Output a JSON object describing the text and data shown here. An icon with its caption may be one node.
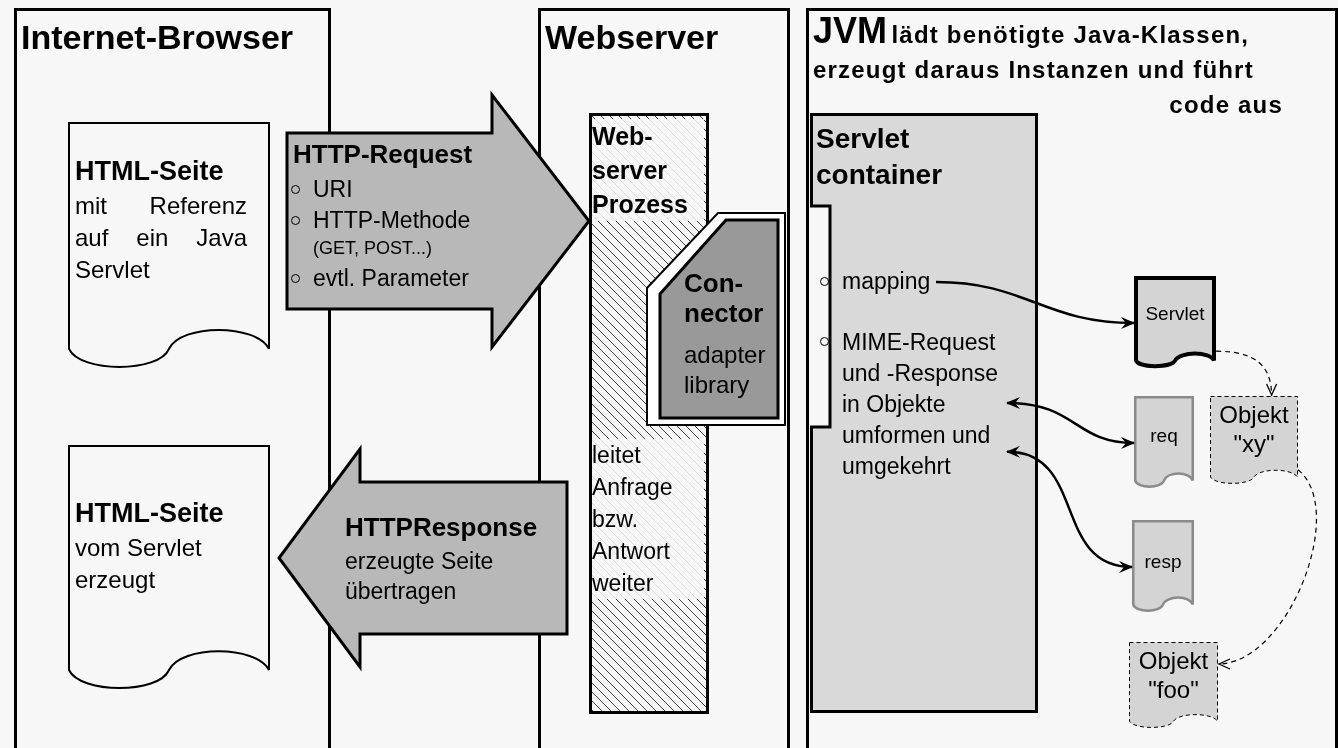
{
  "diagram": {
    "nodes": [
      {
        "text": [
          "Internet-Browser"
        ]
      },
      {
        "text": [
          "HTML-Seite",
          "mit Referenz auf ein Java Servlet"
        ],
        "in": 0
      },
      {
        "text": [
          "HTML-Seite",
          "vom Servlet erzeugt"
        ],
        "in": 0
      },
      {
        "text": [
          "HTTP-Request",
          "URI",
          "HTTP-Methode",
          "(GET, POST...)",
          "evtl. Parameter"
        ]
      },
      {
        "text": [
          "HTTPResponse",
          "erzeugte Seite übertragen"
        ]
      },
      {
        "text": [
          "Webserver"
        ]
      },
      {
        "text": [
          "Web- server Prozess",
          "leitet Anfrage bzw. Antwort weiter"
        ],
        "in": 5
      },
      {
        "text": [
          "Con- nector",
          "adapter library"
        ],
        "in": 5
      },
      {
        "text": [
          "JVM",
          "lädt benötigte Java-Klassen, erzeugt daraus Instanzen und führt code aus"
        ]
      },
      {
        "text": [
          "Servlet container"
        ],
        "in": 8
      },
      {
        "text": [
          "mapping"
        ],
        "in": 9
      },
      {
        "text": [
          "MIME-Request und -Response in Objekte umformen und umgekehrt"
        ],
        "in": 9
      },
      {
        "text": [
          "Servlet"
        ],
        "in": 8
      },
      {
        "text": [
          "req"
        ],
        "in": 8
      },
      {
        "text": [
          "Objekt \"xy\""
        ],
        "in": 8
      },
      {
        "text": [
          "resp"
        ],
        "in": 8
      },
      {
        "text": [
          "Objekt \"foo\""
        ],
        "in": 8
      }
    ],
    "edges": [
      {
        "from": 10,
        "to": 12,
        "arrow": "to"
      },
      {
        "from": 11,
        "to": 13,
        "arrow": "both"
      },
      {
        "from": 11,
        "to": 15,
        "arrow": "both"
      },
      {
        "from": 12,
        "to": 14,
        "arrow": "to",
        "style": "dashed"
      },
      {
        "from": 14,
        "to": 16,
        "arrow": "to",
        "style": "dashed"
      },
      {
        "from": 1,
        "to": 6,
        "arrow": "to",
        "style": "thick"
      },
      {
        "from": 6,
        "to": 2,
        "arrow": "to",
        "style": "thick"
      }
    ]
  }
}
